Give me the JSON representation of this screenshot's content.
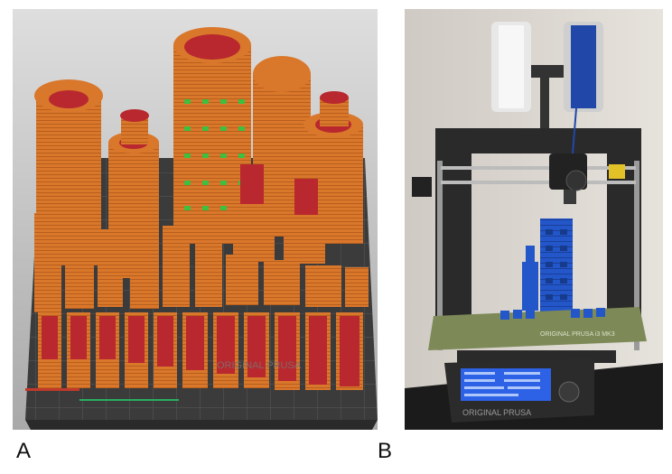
{
  "figure": {
    "panels": [
      {
        "letter": "A",
        "description_icon": "slicer-preview-icon",
        "bed_logo_text": "ORIGINAL PRUSA",
        "colors": {
          "background": "#cfcfcf",
          "bed": "#3b3b3b",
          "print": "#d9772b",
          "top_layer": "#b8282e",
          "support": "#3fbf3f"
        }
      },
      {
        "letter": "B",
        "description_icon": "printer-photo-icon",
        "bed_logo_text": "ORIGINAL PRUSA i3 MK3",
        "lcd_logo_text": "ORIGINAL PRUSA",
        "colors": {
          "wall": "#dcd8d2",
          "frame": "#2a2a2a",
          "print": "#1f4fbf",
          "spool_white": "#f2f2f2",
          "spool_blue": "#2148a8"
        }
      }
    ]
  }
}
